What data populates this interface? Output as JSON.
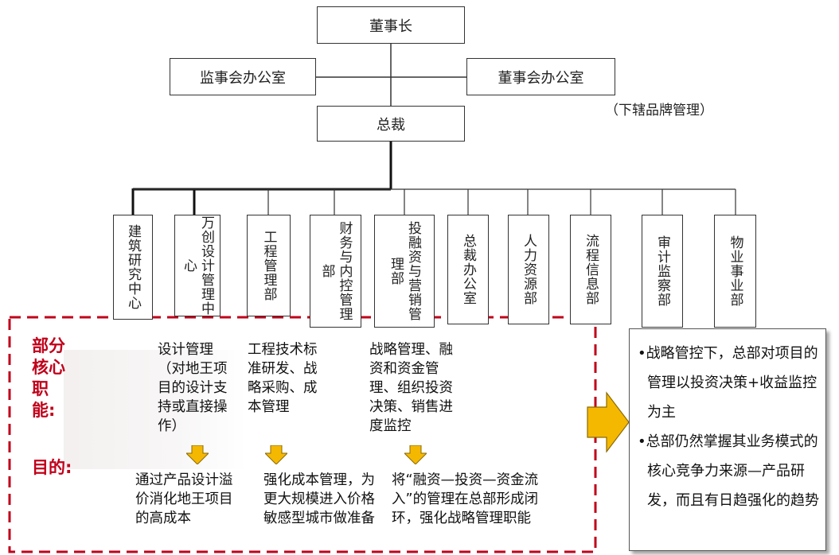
{
  "chart": {
    "chairman": "董事长",
    "supervisor_office": "监事会办公室",
    "board_office": "董事会办公室",
    "president": "总裁",
    "brand_note": "（下辖品牌管理）",
    "departments": [
      {
        "label": "建筑研究中心"
      },
      {
        "label": "万创设计管理中心"
      },
      {
        "label": "工程管理部"
      },
      {
        "label": "财务与内控管理部"
      },
      {
        "label": "投融资与营销管理部"
      },
      {
        "label": "总裁办公室"
      },
      {
        "label": "人力资源部"
      },
      {
        "label": "流程信息部"
      },
      {
        "label": "审计监察部"
      },
      {
        "label": "物业事业部"
      }
    ]
  },
  "labels": {
    "core_functions": "部分核心职能:",
    "purpose": "目的:"
  },
  "functions": [
    "设计管理（对地王项目的设计支持或直接操作）",
    "工程技术标准研发、战略采购、成本管理",
    "战略管理、融资和资金管理、组织投资决策、销售进度监控"
  ],
  "purposes": [
    "通过产品设计溢价消化地王项目的高成本",
    "强化成本管理，为更大规模进入价格敏感型城市做准备",
    "将“融资—投资—资金流入”的管理在总部形成闭环，强化战略管理职能"
  ],
  "summary": [
    "•战略管控下，总部对项目的管理以投资决策+收益监控为主",
    "•总部仍然掌握其业务模式的核心竞争力来源—产品研发，而且有日趋强化的趋势"
  ],
  "colors": {
    "accent_red": "#c0001a",
    "arrow_yellow": "#f5b800"
  }
}
